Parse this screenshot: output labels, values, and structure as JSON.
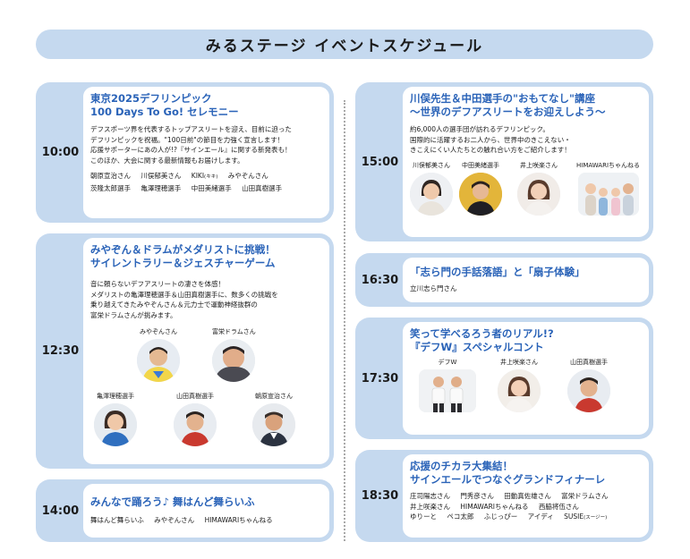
{
  "header": {
    "title": "みるステージ イベントスケジュール"
  },
  "colors": {
    "card_bg": "#c5d9ef",
    "title_blue": "#2a63b8",
    "inner_bg": "#ffffff"
  },
  "left": [
    {
      "time": "10:00",
      "title_lines": [
        "東京2025デフリンピック",
        "100 Days To Go! セレモニー"
      ],
      "desc_lines": [
        "デフスポーツ界を代表するトップアスリートを迎え、目前に迫った",
        "デフリンピックを祝福。\"100日前\"の節目を力強く宣言します！",
        "応援サポーターにあの人が!?『サインエール』に関する新発表も！",
        "このほか、大会に関する最新情報もお届けします。"
      ],
      "name_rows": [
        [
          "朝原宣治さん",
          "川俣郁美さん",
          "KIKI",
          "みやぞんさん"
        ],
        [
          "茨隆太郎選手",
          "亀澤理穂選手",
          "中田美緒選手",
          "山田真樹選手"
        ]
      ],
      "kiki_note": "(キキ)"
    },
    {
      "time": "12:30",
      "title_lines": [
        "みやぞん＆ドラムがメダリストに挑戦！",
        "サイレントラリー＆ジェスチャーゲーム"
      ],
      "desc_lines": [
        "音に頼らないデフアスリートの凄さを体感！",
        "メダリストの亀澤理穂選手＆山田真樹選手に、数多くの挑戦を",
        "乗り越えてきたみやぞんさん＆元力士で運動神経抜群の",
        "富栄ドラムさんが挑みます。"
      ],
      "people": [
        {
          "name": "みやぞんさん"
        },
        {
          "name": "富栄ドラムさん"
        },
        {
          "name": "亀澤理穂選手"
        },
        {
          "name": "山田真樹選手"
        },
        {
          "name": "朝原宣治さん"
        }
      ]
    },
    {
      "time": "14:00",
      "title_lines": [
        "みんなで踊ろう♪ 舞はんど舞らいふ"
      ],
      "name_rows": [
        [
          "舞はんど舞らいふ",
          "みやぞんさん",
          "HIMAWARIちゃんねる"
        ]
      ]
    }
  ],
  "right": [
    {
      "time": "15:00",
      "title_lines": [
        "川俣先生＆中田選手の\"おもてなし\"講座",
        "〜世界のデフアスリートをお迎えしよう〜"
      ],
      "desc_lines": [
        "約6,000人の選手団が訪れるデフリンピック。",
        "国際的に活躍するお二人から、世界中のきこえない・",
        "きこえにくい人たちとの触れ合い方をご紹介します！"
      ],
      "people": [
        {
          "name": "川俣郁美さん"
        },
        {
          "name": "中田美緒選手"
        },
        {
          "name": "井上咲楽さん"
        },
        {
          "name": "HIMAWARIちゃんねる"
        }
      ]
    },
    {
      "time": "16:30",
      "title_lines": [
        "「志ら門の手話落語」と「扇子体験」"
      ],
      "name_rows": [
        [
          "立川志ら門さん"
        ]
      ]
    },
    {
      "time": "17:30",
      "title_lines": [
        "笑って学べるろう者のリアル!?",
        "『デフW』スペシャルコント"
      ],
      "people": [
        {
          "name": "デフW"
        },
        {
          "name": "井上咲楽さん"
        },
        {
          "name": "山田真樹選手"
        }
      ]
    },
    {
      "time": "18:30",
      "title_lines": [
        "応援のチカラ大集結！",
        "サインエールでつなぐグランドフィナーレ"
      ],
      "name_rows": [
        [
          "庄司陽志さん",
          "門秀彦さん",
          "田動真佐雄さん",
          "富栄ドラムさん"
        ],
        [
          "井上咲楽さん",
          "HIMAWARIちゃんねる",
          "西脇将伍さん"
        ],
        [
          "ゆりーと",
          "ペコ太郎",
          "ふじっぴー",
          "アイディ",
          "SUSIE"
        ]
      ],
      "susie_note": "(スージー)"
    }
  ]
}
